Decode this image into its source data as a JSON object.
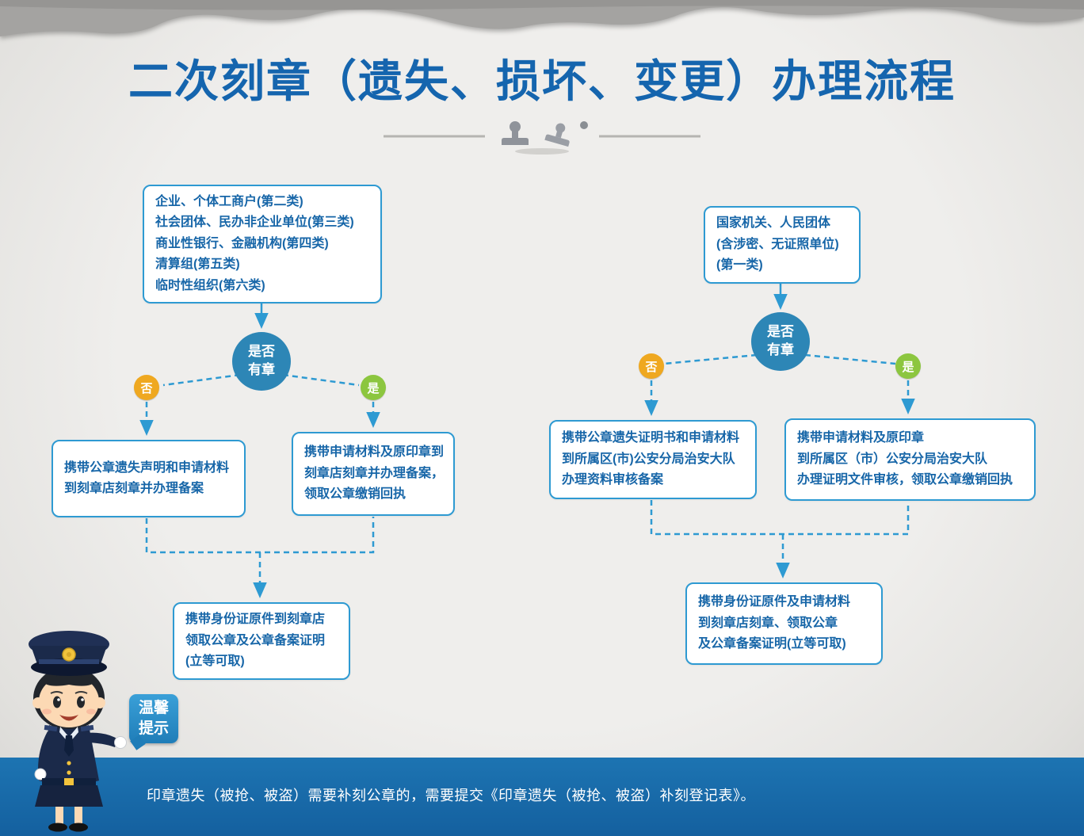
{
  "page": {
    "title": "二次刻章（遗失、损坏、变更）办理流程"
  },
  "left_flow": {
    "start": {
      "lines": [
        "企业、个体工商户(第二类)",
        "社会团体、民办非企业单位(第三类)",
        "商业性银行、金融机构(第四类)",
        "清算组(第五类)",
        "临时性组织(第六类)"
      ]
    },
    "decision": {
      "line1": "是否",
      "line2": "有章"
    },
    "no_label": "否",
    "yes_label": "是",
    "no_box": {
      "lines": [
        "携带公章遗失声明和申请材料",
        "到刻章店刻章并办理备案"
      ]
    },
    "yes_box": {
      "lines": [
        "携带申请材料及原印章到",
        "刻章店刻章并办理备案，",
        "领取公章缴销回执"
      ]
    },
    "final_box": {
      "lines": [
        "携带身份证原件到刻章店",
        "领取公章及公章备案证明",
        "(立等可取)"
      ]
    }
  },
  "right_flow": {
    "start": {
      "lines": [
        "国家机关、人民团体",
        "(含涉密、无证照单位)",
        "(第一类)"
      ]
    },
    "decision": {
      "line1": "是否",
      "line2": "有章"
    },
    "no_label": "否",
    "yes_label": "是",
    "no_box": {
      "lines": [
        "携带公章遗失证明书和申请材料",
        "到所属区(市)公安分局治安大队",
        "办理资料审核备案"
      ]
    },
    "yes_box": {
      "lines": [
        "携带申请材料及原印章",
        "到所属区（市）公安分局治安大队",
        "办理证明文件审核，领取公章缴销回执"
      ]
    },
    "final_box": {
      "lines": [
        "携带身份证原件及申请材料",
        "到刻章店刻章、领取公章",
        "及公章备案证明(立等可取)"
      ]
    }
  },
  "tip_badge": {
    "line1": "温馨",
    "line2": "提示"
  },
  "footer": {
    "notice": "印章遗失（被抢、被盗）需要补刻公章的，需要提交《印章遗失（被抢、被盗）补刻登记表》。"
  },
  "colors": {
    "accent_blue": "#2e9ad2",
    "deep_blue": "#1766a8",
    "title_blue": "#1565ae",
    "no_orange": "#efa820",
    "yes_green": "#8cc63f"
  }
}
